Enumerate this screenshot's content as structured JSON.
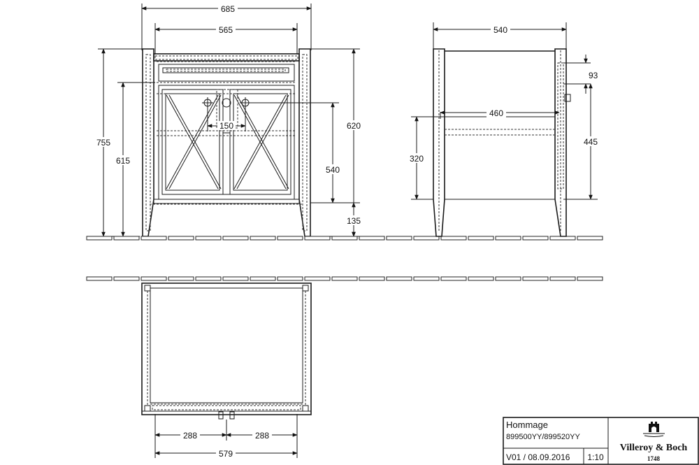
{
  "dimensions": {
    "front_width_overall": "685",
    "front_width_inner": "565",
    "front_height_total": "755",
    "front_height_inner": "615",
    "front_height_top": "620",
    "front_height_middle": "540",
    "front_leg_height": "135",
    "tap_spacing": "150",
    "side_depth": "540",
    "side_depth_inner": "460",
    "side_height_inner": "320",
    "side_height_right": "445",
    "side_top_offset": "93",
    "plan_left_half": "288",
    "plan_right_half": "288",
    "plan_width": "579"
  },
  "title_block": {
    "product_name": "Hommage",
    "article_numbers": "899500YY/899520YY",
    "version_date": "V01 / 08.09.2016",
    "scale": "1:10",
    "brand": "Villeroy & Boch",
    "brand_year": "1748"
  }
}
